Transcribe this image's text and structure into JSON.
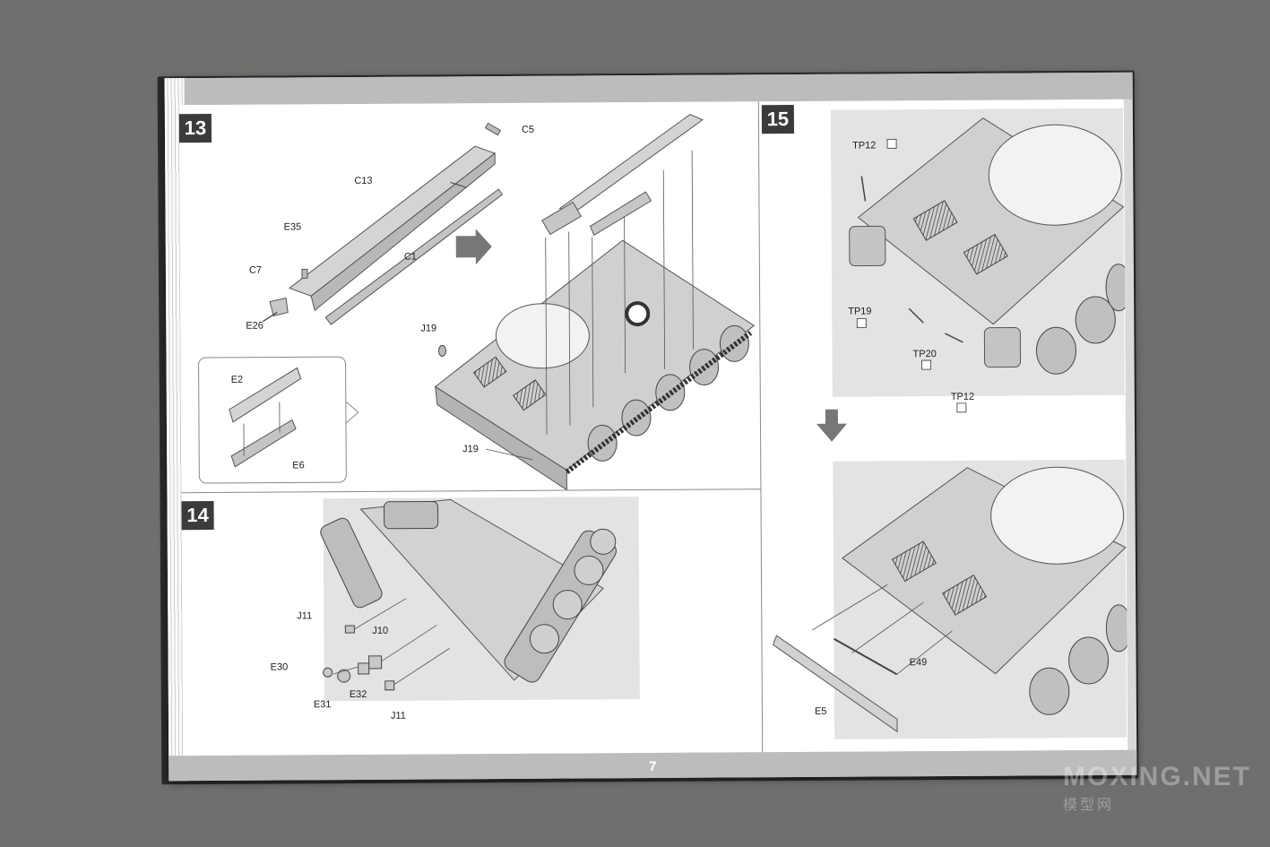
{
  "page": {
    "number": "7"
  },
  "steps": {
    "s13": {
      "badge": "13",
      "labels": {
        "c5": "C5",
        "c13": "C13",
        "e35": "E35",
        "c1": "C1",
        "c7": "C7",
        "e26": "E26",
        "j19_top": "J19",
        "j19_bottom": "J19",
        "e2": "E2",
        "e6": "E6"
      }
    },
    "s14": {
      "badge": "14",
      "labels": {
        "j11_top": "J11",
        "j10": "J10",
        "e30": "E30",
        "e31": "E31",
        "e32": "E32",
        "j11_bottom": "J11"
      }
    },
    "s15": {
      "badge": "15",
      "labels": {
        "tp12_top": "TP12",
        "tp19": "TP19",
        "tp20": "TP20",
        "tp12_bottom": "TP12",
        "e49": "E49",
        "e5": "E5"
      }
    }
  },
  "watermark": {
    "site": "MOXING.NET",
    "cn": "模型网"
  },
  "colors": {
    "badge": "#3b3b3b",
    "part_fill": "#cfcfcd",
    "render_bg": "#e3e3e1",
    "arrow": "#777777"
  }
}
